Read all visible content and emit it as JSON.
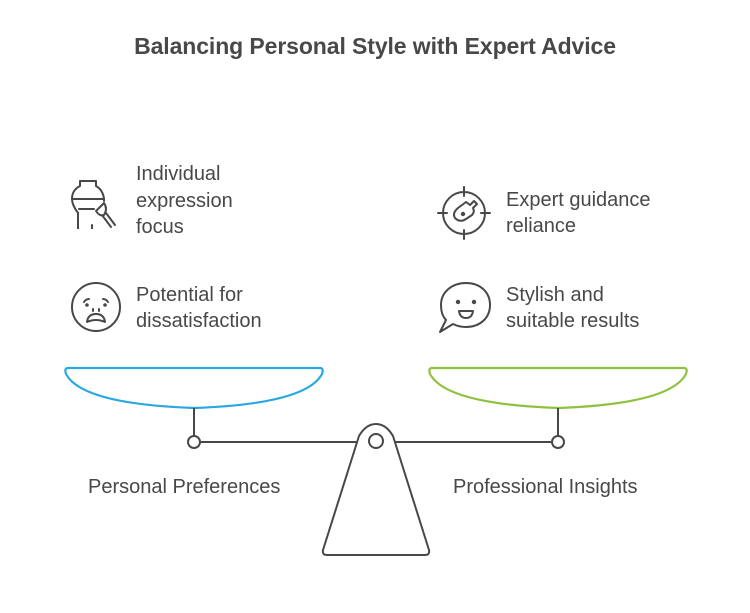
{
  "title": "Balancing Personal Style with Expert Advice",
  "left": {
    "label": "Personal Preferences",
    "color": "#29A8E0",
    "items": [
      {
        "icon": "vase-paintbrush-icon",
        "text_lines": [
          "Individual",
          "expression",
          "focus"
        ]
      },
      {
        "icon": "sad-face-icon",
        "text_lines": [
          "Potential for",
          "dissatisfaction"
        ]
      }
    ]
  },
  "right": {
    "label": "Professional Insights",
    "color": "#8DC13F",
    "items": [
      {
        "icon": "target-key-icon",
        "text_lines": [
          "Expert guidance",
          "reliance"
        ]
      },
      {
        "icon": "smiling-speech-bubble-icon",
        "text_lines": [
          "Stylish and",
          "suitable results"
        ]
      }
    ]
  },
  "colors": {
    "text": "#484848",
    "stroke": "#484848",
    "left_pan": "#29A8E0",
    "right_pan": "#8DC13F"
  }
}
